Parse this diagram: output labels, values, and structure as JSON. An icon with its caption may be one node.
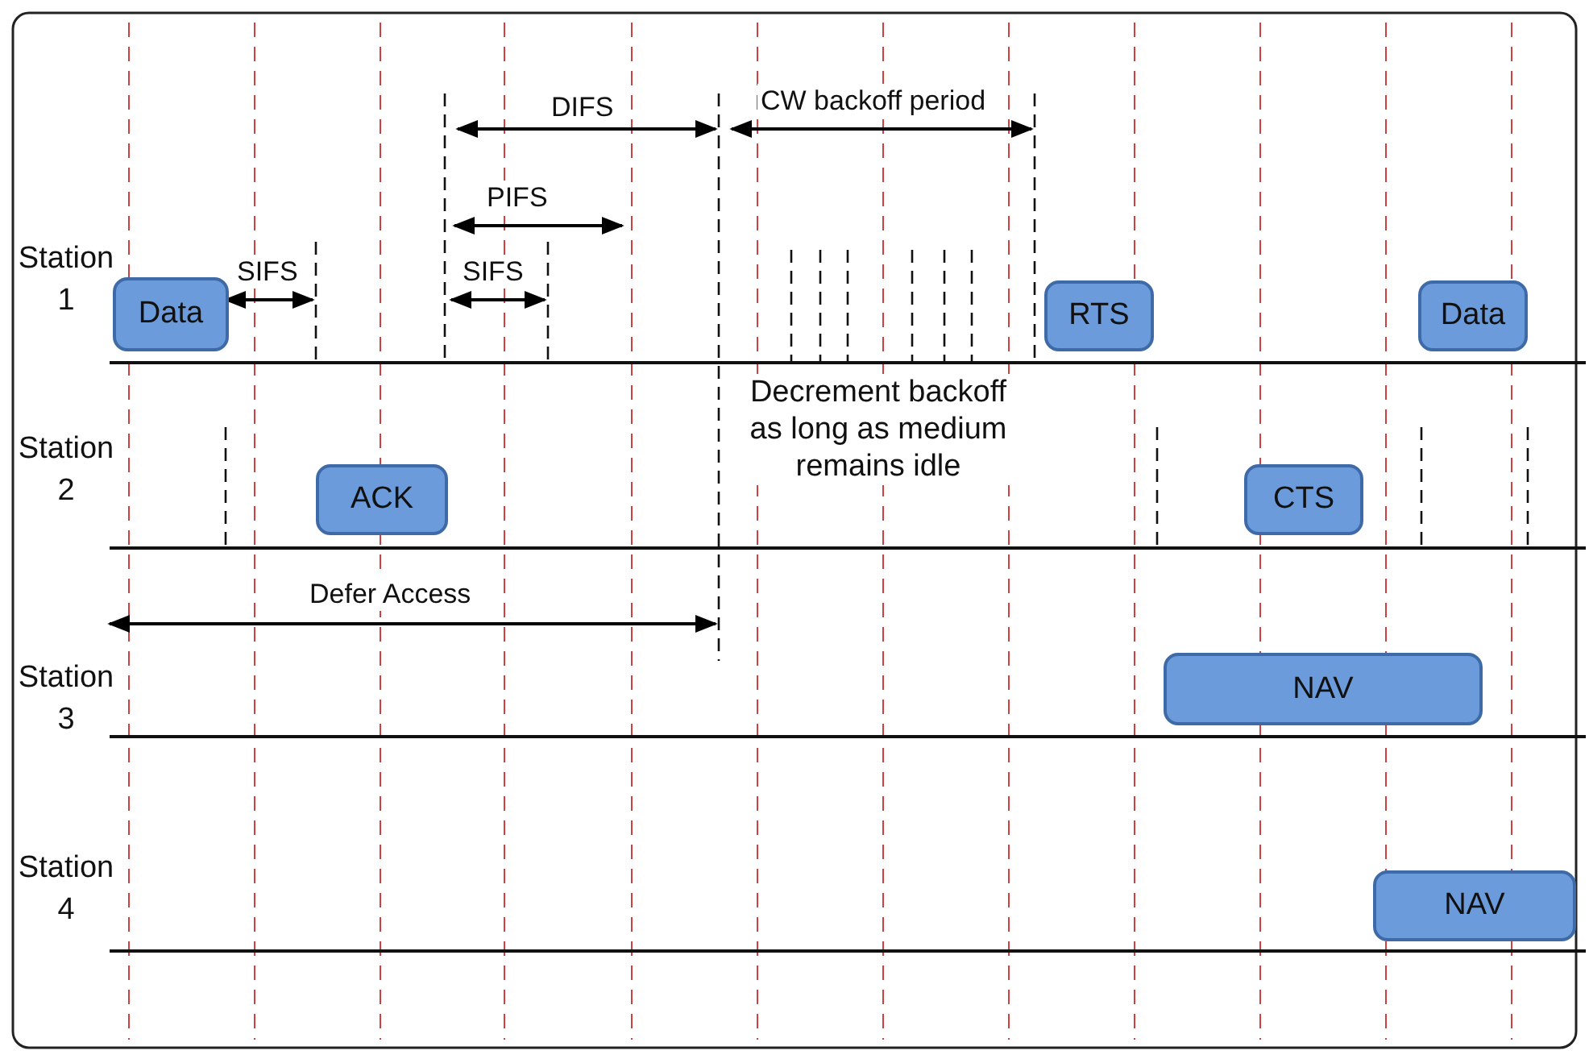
{
  "diagram": {
    "nodes": [
      {
        "text": [
          "Data"
        ]
      },
      {
        "text": [
          "RTS"
        ]
      },
      {
        "text": [
          "Data"
        ]
      },
      {
        "text": [
          "ACK"
        ]
      },
      {
        "text": [
          "CTS"
        ]
      },
      {
        "text": [
          "NAV"
        ]
      },
      {
        "text": [
          "NAV"
        ]
      }
    ],
    "labels": [
      "DIFS",
      "CW backoff period",
      "PIFS",
      "Station 1",
      "SIFS",
      "SIFS",
      "Decrement backoff as long as medium remains idle",
      "Station 2",
      "Defer Access",
      "Station 3",
      "Station 4"
    ]
  }
}
